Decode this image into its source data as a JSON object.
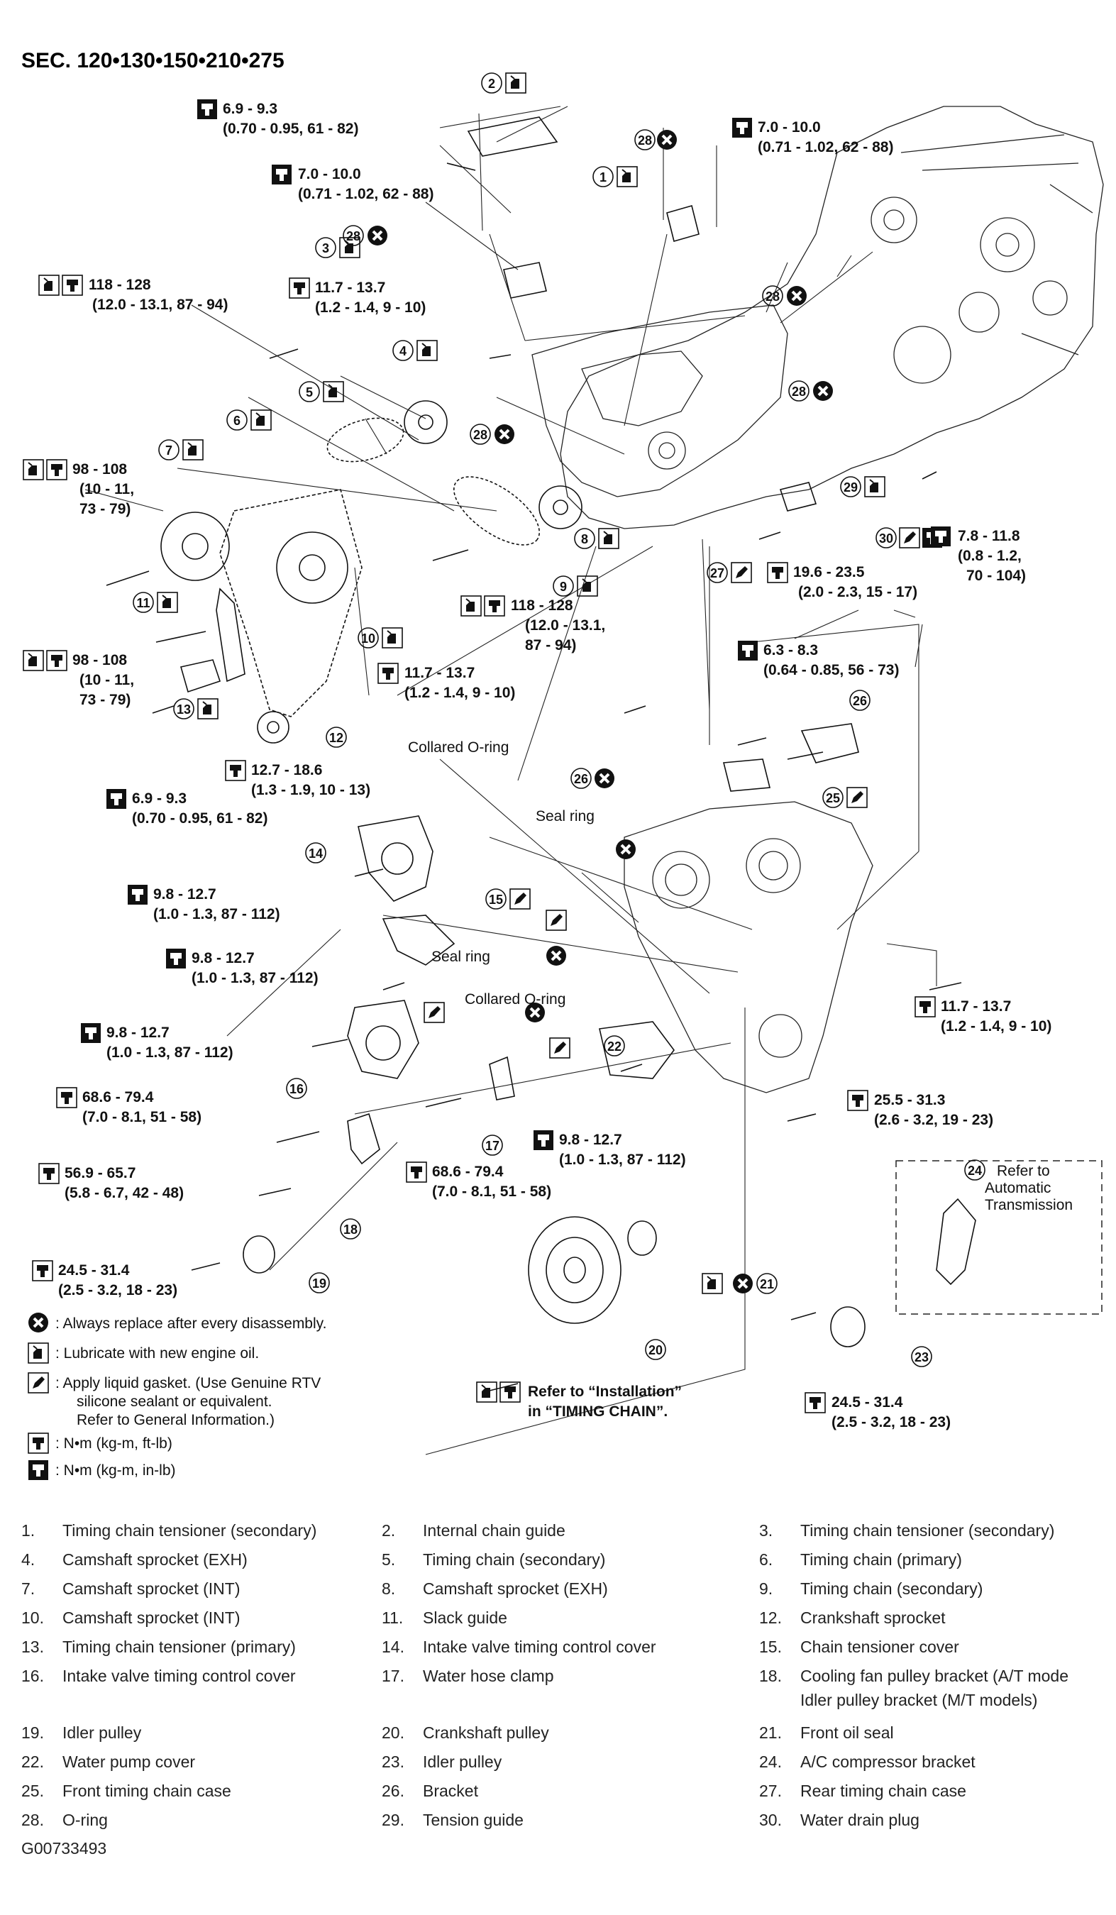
{
  "section_title": "SEC. 120•130•150•210•275",
  "figure_code": "G00733493",
  "torques": [
    {
      "id": "t1",
      "range": "6.9 - 9.3",
      "units": "(0.70 - 0.95, 61 - 82)"
    },
    {
      "id": "t2",
      "range": "7.0 - 10.0",
      "units": "(0.71 - 1.02, 62 - 88)"
    },
    {
      "id": "t3",
      "range": "7.0 - 10.0",
      "units": "(0.71 - 1.02, 62 - 88)"
    },
    {
      "id": "t4",
      "range": "118 - 128",
      "units": "(12.0 - 13.1, 87 - 94)"
    },
    {
      "id": "t5",
      "range": "11.7 - 13.7",
      "units": "(1.2 - 1.4, 9 - 10)"
    },
    {
      "id": "t6",
      "range": "98 - 108",
      "units": "(10 - 11,",
      "units2": "73 - 79)"
    },
    {
      "id": "t7",
      "range": "7.8 - 11.8",
      "units": "(0.8 - 1.2,",
      "units2": "70 - 104)"
    },
    {
      "id": "t8",
      "range": "19.6 - 23.5",
      "units": "(2.0 - 2.3, 15 - 17)"
    },
    {
      "id": "t9",
      "range": "118 - 128",
      "units": "(12.0 - 13.1,",
      "units2": "87 - 94)"
    },
    {
      "id": "t10",
      "range": "98 - 108",
      "units": "(10 - 11,",
      "units2": "73 - 79)"
    },
    {
      "id": "t11",
      "range": "11.7 - 13.7",
      "units": "(1.2 - 1.4, 9 - 10)"
    },
    {
      "id": "t12",
      "range": "6.3 - 8.3",
      "units": "(0.64 - 0.85, 56 - 73)"
    },
    {
      "id": "t13",
      "range": "12.7 - 18.6",
      "units": "(1.3 - 1.9, 10 - 13)"
    },
    {
      "id": "t14",
      "range": "6.9 - 9.3",
      "units": "(0.70 - 0.95, 61 - 82)"
    },
    {
      "id": "t15",
      "range": "9.8 - 12.7",
      "units": "(1.0 - 1.3, 87 - 112)"
    },
    {
      "id": "t16",
      "range": "9.8 - 12.7",
      "units": "(1.0 - 1.3, 87 - 112)"
    },
    {
      "id": "t17",
      "range": "9.8 - 12.7",
      "units": "(1.0 - 1.3, 87 - 112)"
    },
    {
      "id": "t18",
      "range": "11.7 - 13.7",
      "units": "(1.2 - 1.4, 9 - 10)"
    },
    {
      "id": "t19",
      "range": "68.6 - 79.4",
      "units": "(7.0 - 8.1, 51 - 58)"
    },
    {
      "id": "t20",
      "range": "25.5 - 31.3",
      "units": "(2.6 - 3.2, 19 - 23)"
    },
    {
      "id": "t21",
      "range": "56.9 - 65.7",
      "units": "(5.8 - 6.7, 42 - 48)"
    },
    {
      "id": "t22",
      "range": "68.6 - 79.4",
      "units": "(7.0 - 8.1, 51 - 58)"
    },
    {
      "id": "t23",
      "range": "9.8 - 12.7",
      "units": "(1.0 - 1.3, 87 - 112)"
    },
    {
      "id": "t24",
      "range": "24.5 - 31.4",
      "units": "(2.5 - 3.2, 18 - 23)"
    },
    {
      "id": "t25",
      "range": "24.5 - 31.4",
      "units": "(2.5 - 3.2, 18 - 23)"
    }
  ],
  "callouts": {
    "collared_oring_1": "Collared O-ring",
    "seal_ring_1": "Seal ring",
    "seal_ring_2": "Seal ring",
    "collared_oring_2": "Collared O-ring",
    "refer_at_1": "Refer to",
    "refer_at_2": "Automatic",
    "refer_at_3": "Transmission",
    "refer_install_1": "Refer to “Installation”",
    "refer_install_2": "in “TIMING CHAIN”."
  },
  "legend": [
    {
      "symbol": "replace-icon",
      "text": ": Always replace after every disassembly."
    },
    {
      "symbol": "oil-can-icon",
      "text": ": Lubricate with new engine oil."
    },
    {
      "symbol": "gasket-icon",
      "text": ": Apply liquid gasket. (Use Genuine RTV",
      "text2": "silicone sealant or equivalent.",
      "text3": "Refer to General Information.)"
    },
    {
      "symbol": "torque-ftlb-icon",
      "text": ": N•m (kg-m, ft-lb)"
    },
    {
      "symbol": "torque-inlb-icon",
      "text": ": N•m (kg-m, in-lb)"
    }
  ],
  "parts": [
    {
      "no": "1.",
      "name": "Timing chain tensioner (secondary)"
    },
    {
      "no": "2.",
      "name": "Internal chain guide"
    },
    {
      "no": "3.",
      "name": "Timing chain tensioner (secondary)"
    },
    {
      "no": "4.",
      "name": "Camshaft sprocket (EXH)"
    },
    {
      "no": "5.",
      "name": "Timing chain (secondary)"
    },
    {
      "no": "6.",
      "name": "Timing chain (primary)"
    },
    {
      "no": "7.",
      "name": "Camshaft sprocket (INT)"
    },
    {
      "no": "8.",
      "name": "Camshaft sprocket (EXH)"
    },
    {
      "no": "9.",
      "name": "Timing chain (secondary)"
    },
    {
      "no": "10.",
      "name": "Camshaft sprocket (INT)"
    },
    {
      "no": "11.",
      "name": "Slack guide"
    },
    {
      "no": "12.",
      "name": "Crankshaft sprocket"
    },
    {
      "no": "13.",
      "name": "Timing chain tensioner (primary)"
    },
    {
      "no": "14.",
      "name": "Intake valve timing control cover"
    },
    {
      "no": "15.",
      "name": "Chain tensioner cover"
    },
    {
      "no": "16.",
      "name": "Intake valve timing control cover"
    },
    {
      "no": "17.",
      "name": "Water hose clamp"
    },
    {
      "no": "18.",
      "name": "Cooling fan pulley bracket (A/T mode\nIdler pulley bracket (M/T models)"
    },
    {
      "no": "19.",
      "name": "Idler pulley"
    },
    {
      "no": "20.",
      "name": "Crankshaft pulley"
    },
    {
      "no": "21.",
      "name": "Front oil seal"
    },
    {
      "no": "22.",
      "name": "Water pump cover"
    },
    {
      "no": "23.",
      "name": "Idler pulley"
    },
    {
      "no": "24.",
      "name": "A/C compressor bracket"
    },
    {
      "no": "25.",
      "name": "Front timing chain case"
    },
    {
      "no": "26.",
      "name": "Bracket"
    },
    {
      "no": "27.",
      "name": "Rear timing chain case"
    },
    {
      "no": "28.",
      "name": "O-ring"
    },
    {
      "no": "29.",
      "name": "Tension guide"
    },
    {
      "no": "30.",
      "name": "Water drain plug"
    }
  ],
  "diagram_numbers": [
    "1",
    "2",
    "3",
    "4",
    "5",
    "6",
    "7",
    "8",
    "9",
    "10",
    "11",
    "12",
    "13",
    "14",
    "15",
    "16",
    "17",
    "18",
    "19",
    "20",
    "21",
    "22",
    "23",
    "24",
    "25",
    "26",
    "27",
    "28",
    "29",
    "30"
  ]
}
